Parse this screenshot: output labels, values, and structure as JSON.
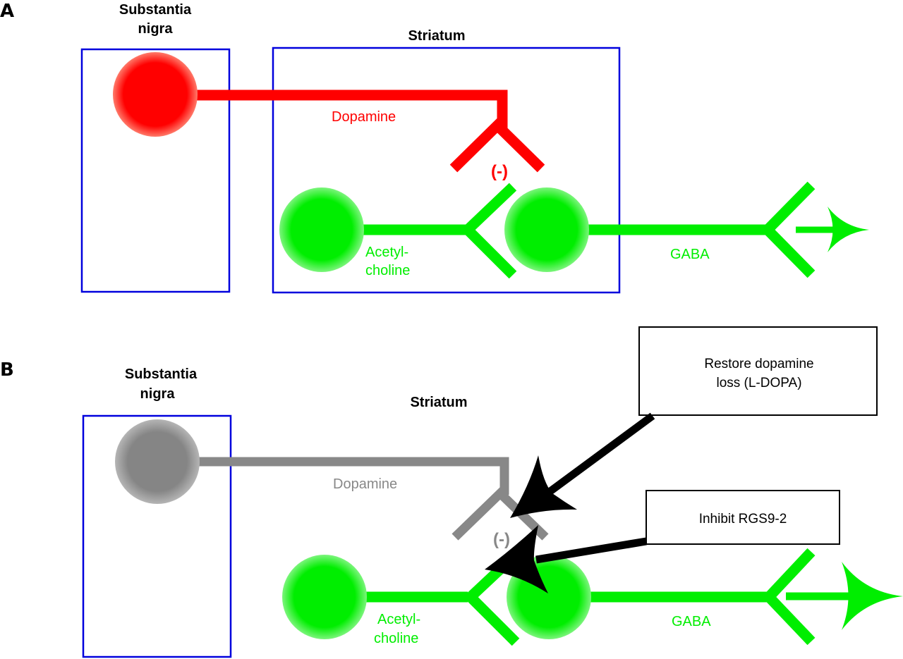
{
  "colors": {
    "dopamine_active": "#ff0000",
    "dopamine_lost": "#888888",
    "cholinergic": "#00ee00",
    "region_border": "#0000dd",
    "drug_arrow": "#000000"
  },
  "panel_a": {
    "letter": "A",
    "substantia_nigra_line1": "Substantia",
    "substantia_nigra_line2": "nigra",
    "striatum": "Striatum",
    "dopamine_label": "Dopamine",
    "inhibition_sign": "(-)",
    "acetylcholine_line1": "Acetyl-",
    "acetylcholine_line2": "choline",
    "gaba_label": "GABA"
  },
  "panel_b": {
    "letter": "B",
    "substantia_nigra_line1": "Substantia",
    "substantia_nigra_line2": "nigra",
    "striatum": "Striatum",
    "dopamine_label": "Dopamine",
    "inhibition_sign": "(-)",
    "acetylcholine_line1": "Acetyl-",
    "acetylcholine_line2": "choline",
    "gaba_label": "GABA",
    "therapy_boxes": [
      {
        "line1": "Restore dopamine",
        "line2": "loss (L-DOPA)"
      },
      {
        "line1": "Inhibit RGS9-2"
      }
    ]
  }
}
